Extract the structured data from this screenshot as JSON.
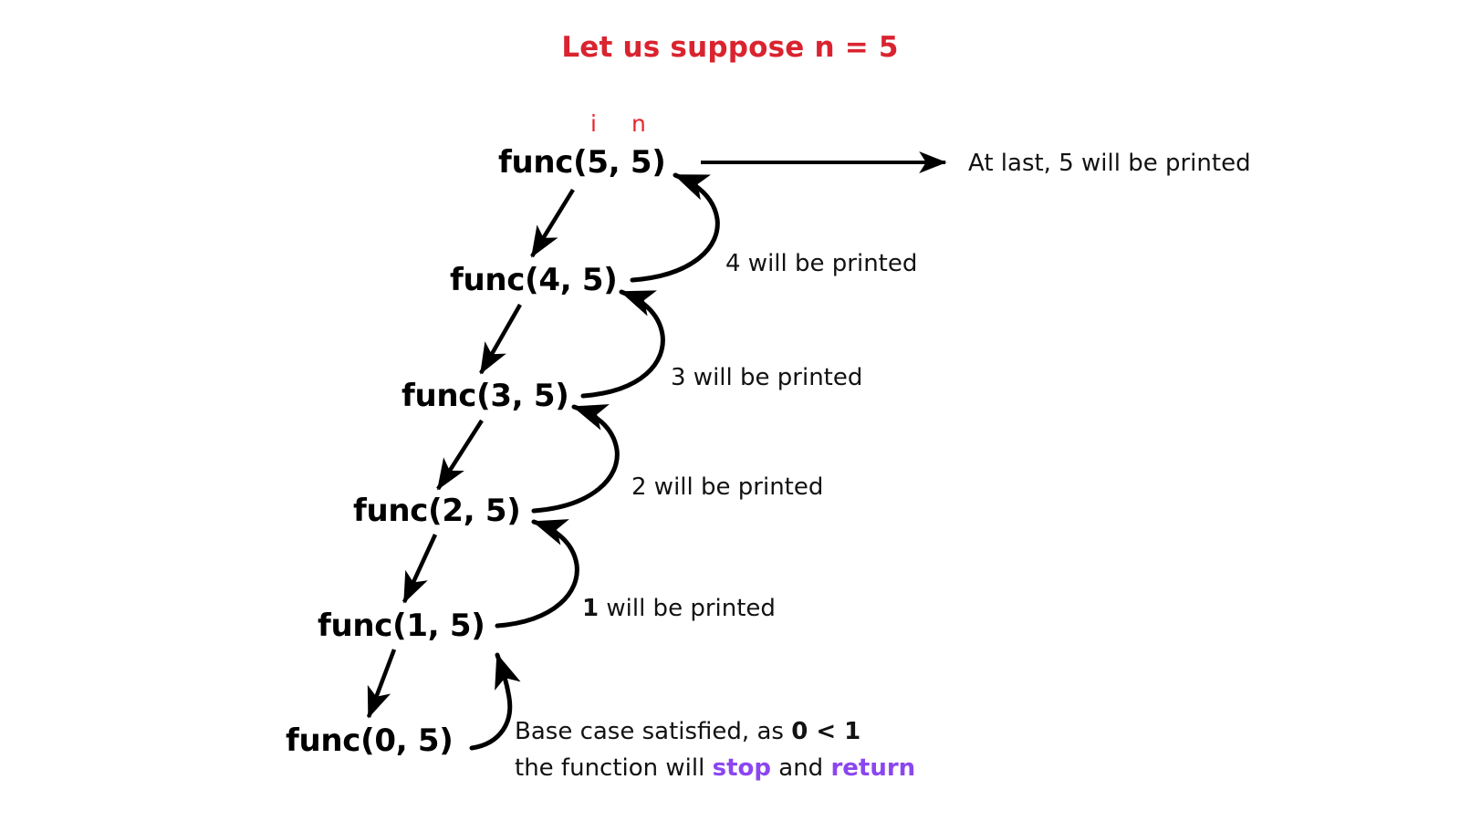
{
  "title": "Let us suppose n = 5",
  "colors": {
    "title_red": "#d9242f",
    "param_red": "#e8262b",
    "keyword_purple": "#8b46f0",
    "text_black": "#121212",
    "background": "#ffffff"
  },
  "param_labels": [
    {
      "name": "i",
      "text": "i"
    },
    {
      "name": "n",
      "text": "n"
    }
  ],
  "nodes": [
    {
      "label": "func(5, 5)",
      "i": 5,
      "n": 5
    },
    {
      "label": "func(4, 5)",
      "i": 4,
      "n": 5
    },
    {
      "label": "func(3, 5)",
      "i": 3,
      "n": 5
    },
    {
      "label": "func(2, 5)",
      "i": 2,
      "n": 5
    },
    {
      "label": "func(1, 5)",
      "i": 1,
      "n": 5
    },
    {
      "label": "func(0, 5)",
      "i": 0,
      "n": 5
    }
  ],
  "annotations": {
    "top_right": "At last, 5 will be printed",
    "return_4": "4 will be printed",
    "return_3": "3 will be printed",
    "return_2": "2 will be printed",
    "return_1_bold": "1",
    "return_1_rest": " will be printed"
  },
  "base_case": {
    "line1_prefix": "Base case satisfied, as ",
    "line1_bold": "0 < 1",
    "line2_prefix": "the function will ",
    "line2_kw1": "stop",
    "line2_middle": " and ",
    "line2_kw2": "return"
  }
}
